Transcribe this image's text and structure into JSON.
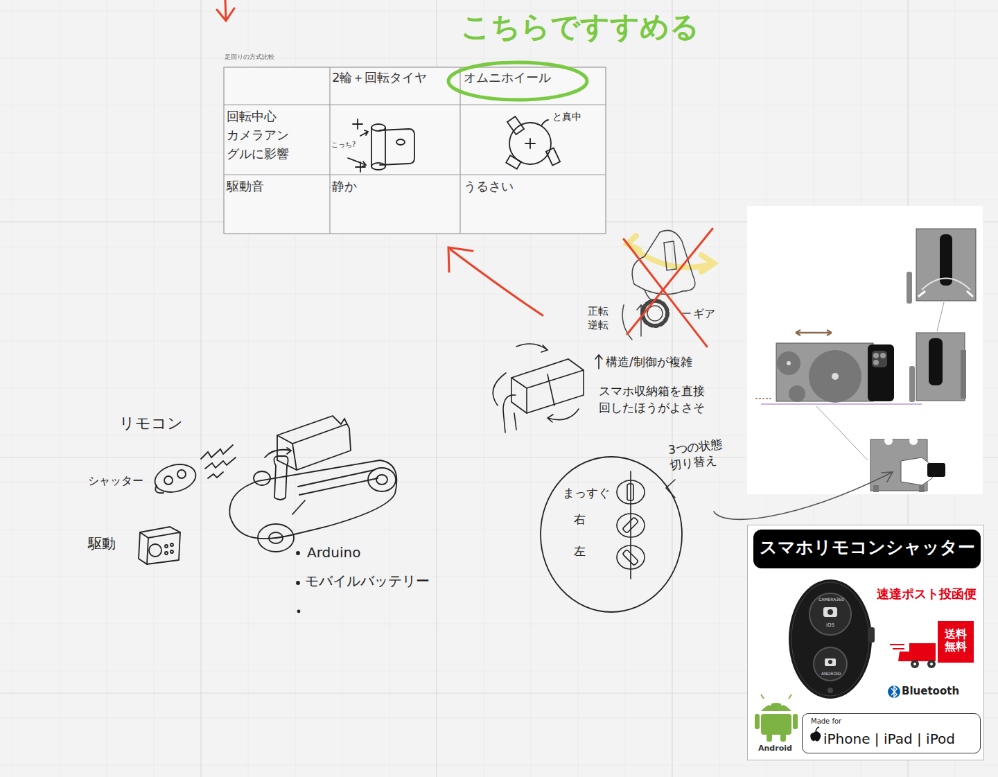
{
  "diagram": {
    "nodes": [
      {
        "text": [
          "まっすぐ",
          "右",
          "左"
        ]
      },
      {
        "text": [
          "速達ポスト投函便",
          "Bluetooth",
          "Android"
        ]
      },
      {
        "text": [
          "スマホリモコンシャッター"
        ],
        "in": 1
      },
      {
        "text": [
          "送料 無料"
        ],
        "in": 1
      },
      {
        "text": [
          "Made for",
          "iPhone | iPad | iPod"
        ],
        "in": 1
      }
    ],
    "labels": [
      "足回りの方式比較",
      "こちらですすめる",
      "2輪＋回転タイヤ",
      "オムニホイール",
      "回転中心 カメラアングルに影響",
      "こっち?",
      "と真中",
      "駆動音",
      "静か",
      "うるさい",
      "正転 逆転",
      "ギア",
      "構造/制御が複雑",
      "スマホ収納箱を直接 回したほうがよさそ",
      "リモコン",
      "3つの状態 切り替え",
      "シャッター",
      "駆動",
      "Arduino",
      "モバイルバッテリー",
      "CAMERA360",
      "iOS",
      "ANDROID"
    ]
  }
}
